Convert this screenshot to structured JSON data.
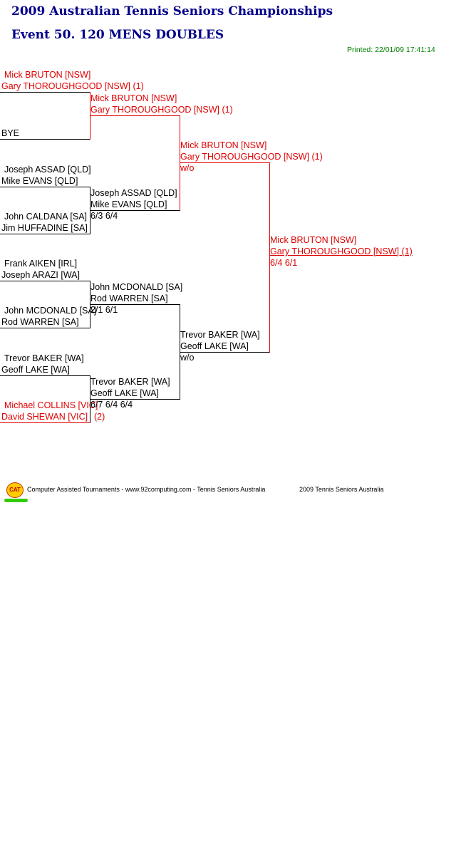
{
  "header": {
    "title": "2009 Australian Tennis Seniors Championships",
    "event": "Event 50. 120 MENS DOUBLES",
    "printed": "Printed: 22/01/09 17:41:14"
  },
  "round1": [
    {
      "p1": "Mick BRUTON [NSW]",
      "p2": "Gary THOROUGHGOOD [NSW] (1)",
      "seed": true
    },
    {
      "p1": "BYE",
      "p2": ""
    },
    {
      "p1": "Joseph ASSAD [QLD]",
      "p2": "Mike EVANS [QLD]"
    },
    {
      "p1": "John CALDANA [SA]",
      "p2": "Jim HUFFADINE [SA]"
    },
    {
      "p1": "Frank AIKEN [IRL]",
      "p2": "Joseph ARAZI [WA]"
    },
    {
      "p1": "John MCDONALD [SA]",
      "p2": "Rod WARREN [SA]"
    },
    {
      "p1": "Trevor BAKER [WA]",
      "p2": "Geoff LAKE [WA]"
    },
    {
      "p1": "Michael COLLINS [VIC]",
      "p2": "David SHEWAN [VIC]",
      "seed_label": "(2)",
      "seed": true
    }
  ],
  "round2": [
    {
      "p1": "Mick BRUTON [NSW]",
      "p2": "Gary THOROUGHGOOD [NSW] (1)",
      "score": "",
      "seed": true
    },
    {
      "p1": "Joseph ASSAD [QLD]",
      "p2": "Mike EVANS [QLD]",
      "score": "6/3 6/4"
    },
    {
      "p1": "John MCDONALD [SA]",
      "p2": "Rod WARREN [SA]",
      "score": "2/1 6/1"
    },
    {
      "p1": "Trevor BAKER [WA]",
      "p2": "Geoff LAKE [WA]",
      "score": "6/7 6/4 6/4"
    }
  ],
  "semis": [
    {
      "p1": "Mick BRUTON [NSW]",
      "p2": "Gary THOROUGHGOOD [NSW] (1)",
      "score": "w/o",
      "seed": true
    },
    {
      "p1": "Trevor BAKER [WA]",
      "p2": "Geoff LAKE [WA]",
      "score": "w/o"
    }
  ],
  "final": {
    "p1": "Mick BRUTON [NSW]",
    "p2": "Gary THOROUGHGOOD [NSW] (1)",
    "score": "6/4 6/1",
    "seed": true
  },
  "footer": {
    "logo": "CAT",
    "left": "Computer Assisted Tournaments - www.92computing.com -  Tennis Seniors Australia",
    "right": "2009 Tennis Seniors Australia"
  }
}
